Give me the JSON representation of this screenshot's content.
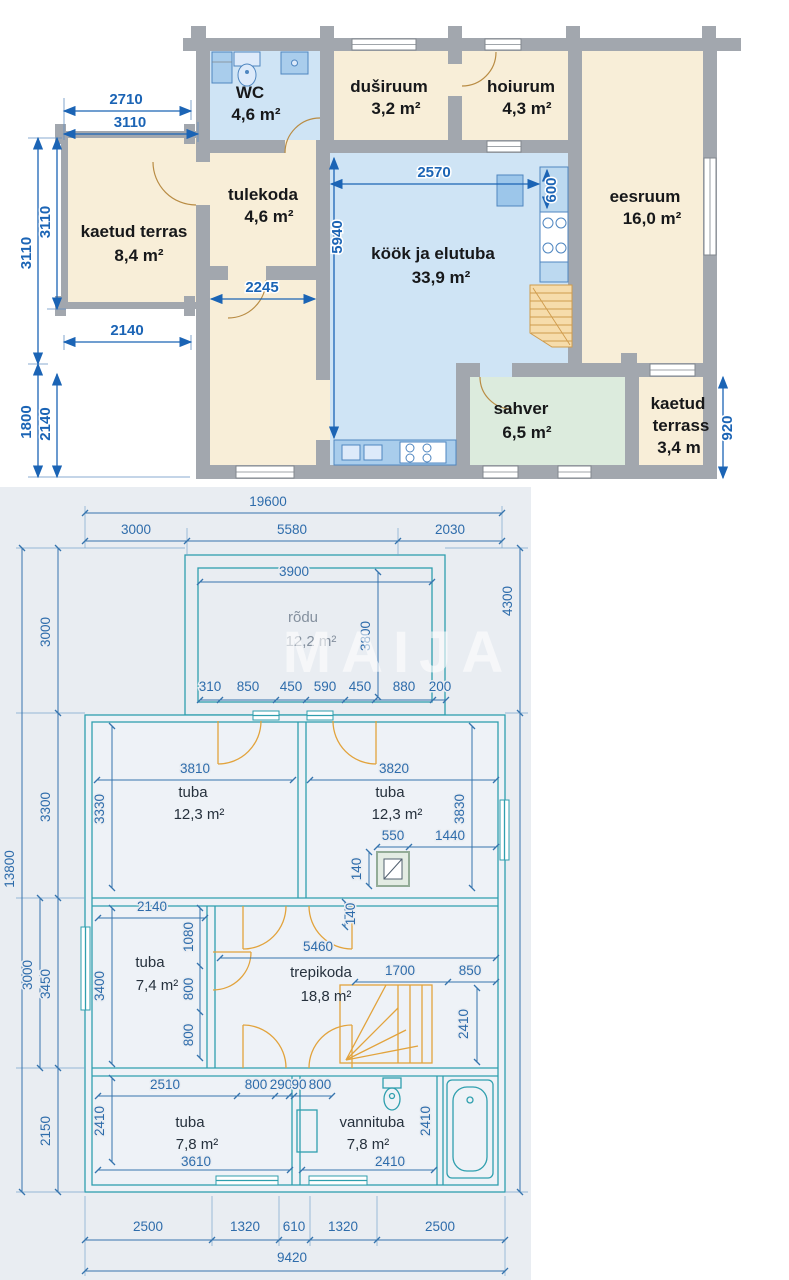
{
  "watermark": "MAIJA",
  "floor1": {
    "rooms": {
      "wc": {
        "name": "WC",
        "area": "4,6 m²"
      },
      "dushiruum": {
        "name": "duširuum",
        "area": "3,2 m²"
      },
      "hoiurum": {
        "name": "hoiurum",
        "area": "4,3 m²"
      },
      "tulekoda": {
        "name": "tulekoda",
        "area": "4,6 m²"
      },
      "kaetud_terras": {
        "name": "kaetud terras",
        "area": "8,4 m²"
      },
      "kook_elutuba": {
        "name": "köök ja elutuba",
        "area": "33,9 m²"
      },
      "eesruum": {
        "name": "eesruum",
        "area": "16,0 m²"
      },
      "sahver": {
        "name": "sahver",
        "area": "6,5 m²"
      },
      "kaetud_terrass": {
        "line1": "kaetud",
        "line2": "terrass",
        "area": "3,4 m"
      }
    },
    "dims": {
      "top_w1": "2710",
      "top_w2": "3110",
      "left_outer_top": "3110",
      "left_outer_bottom": "1800",
      "left_inner_top": "3110",
      "left_inner_bottom": "2140",
      "terrace_w": "2140",
      "hall_w": "2245",
      "kitchen_w": "2570",
      "kitchen_h": "5940",
      "counter_d": "600",
      "terrass_h": "920"
    }
  },
  "floor2": {
    "rooms": {
      "rodu": {
        "name": "rõdu",
        "area": "12,2 m²"
      },
      "tuba_nw": {
        "name": "tuba",
        "area": "12,3 m²"
      },
      "tuba_ne": {
        "name": "tuba",
        "area": "12,3 m²"
      },
      "tuba_w": {
        "name": "tuba",
        "area": "7,4 m²"
      },
      "trepikoda": {
        "name": "trepikoda",
        "area": "18,8 m²"
      },
      "tuba_sw": {
        "name": "tuba",
        "area": "7,8 m²"
      },
      "vannituba": {
        "name": "vannituba",
        "area": "7,8 m²"
      }
    },
    "dims": {
      "total_w": "19600",
      "top_chain": [
        "3000",
        "5580",
        "2030"
      ],
      "rodu_w": "3900",
      "rodu_h": "3800",
      "right_h": "4300",
      "door_chain": [
        "310",
        "850",
        "450",
        "590",
        "450",
        "880",
        "200"
      ],
      "total_h": "13800",
      "left_chain": [
        "3000",
        "3300",
        "3450",
        "2150"
      ],
      "left_mid": "3000",
      "nw_w": "3810",
      "nw_h": "3330",
      "ne_w": "3820",
      "ne_h": "3830",
      "chimney_w": "550",
      "chimney_r": "1440",
      "chimney_h": "140",
      "w_w": "2140",
      "w_h": "3400",
      "w_chain": [
        "1080",
        "800",
        "800"
      ],
      "trep_w": "5460",
      "wall_t": "140",
      "stair_w": "1700",
      "stair_r": "850",
      "stair_h": "2410",
      "sw_chain": [
        "2510",
        "800",
        "290",
        "90",
        "800"
      ],
      "sw_h": "2410",
      "sw_w": "3610",
      "vann_w": "2410",
      "tub_h": "2410",
      "bottom_chain": [
        "2500",
        "1320",
        "610",
        "1320",
        "2500"
      ],
      "bottom_total": "9420"
    }
  }
}
